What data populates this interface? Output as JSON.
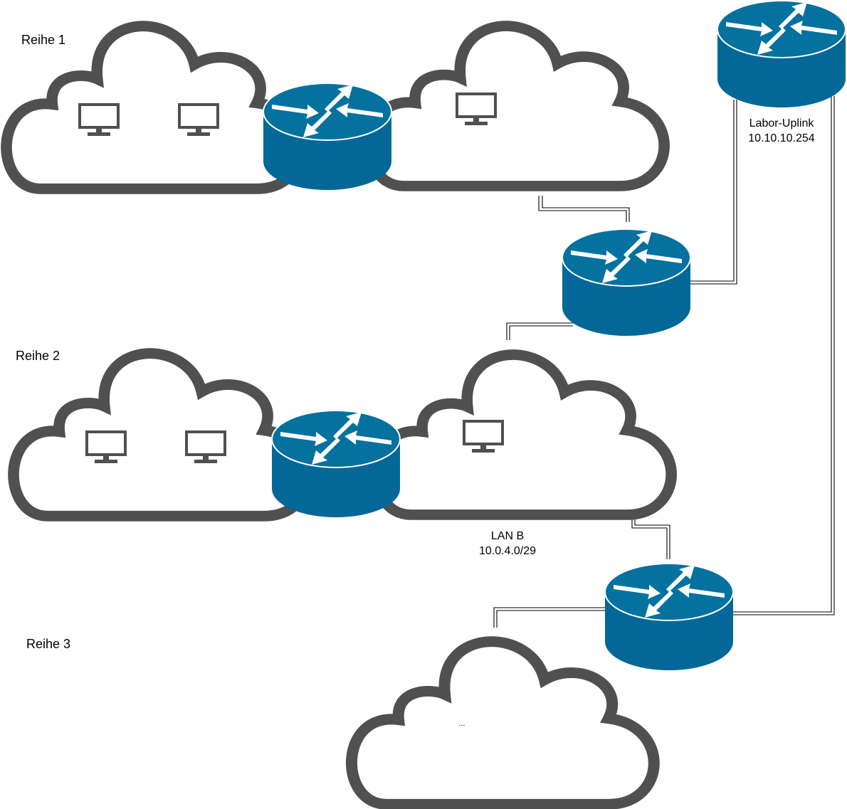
{
  "diagram": {
    "rows": [
      {
        "label": "Reihe 1"
      },
      {
        "label": "Reihe 2"
      },
      {
        "label": "Reihe 3"
      }
    ],
    "uplink": {
      "name": "Labor-Uplink",
      "address": "10.10.10.254"
    },
    "lan_b": {
      "name": "LAN B",
      "address": "10.0.4.0/29"
    },
    "placeholder_text": "..."
  },
  "colors": {
    "router": "#036897",
    "router_top": "#05719f",
    "cloud_outline": "#505050",
    "monitor": "#505050",
    "link": "#000000"
  },
  "icons": [
    "cloud-icon",
    "router-icon",
    "monitor-icon"
  ]
}
